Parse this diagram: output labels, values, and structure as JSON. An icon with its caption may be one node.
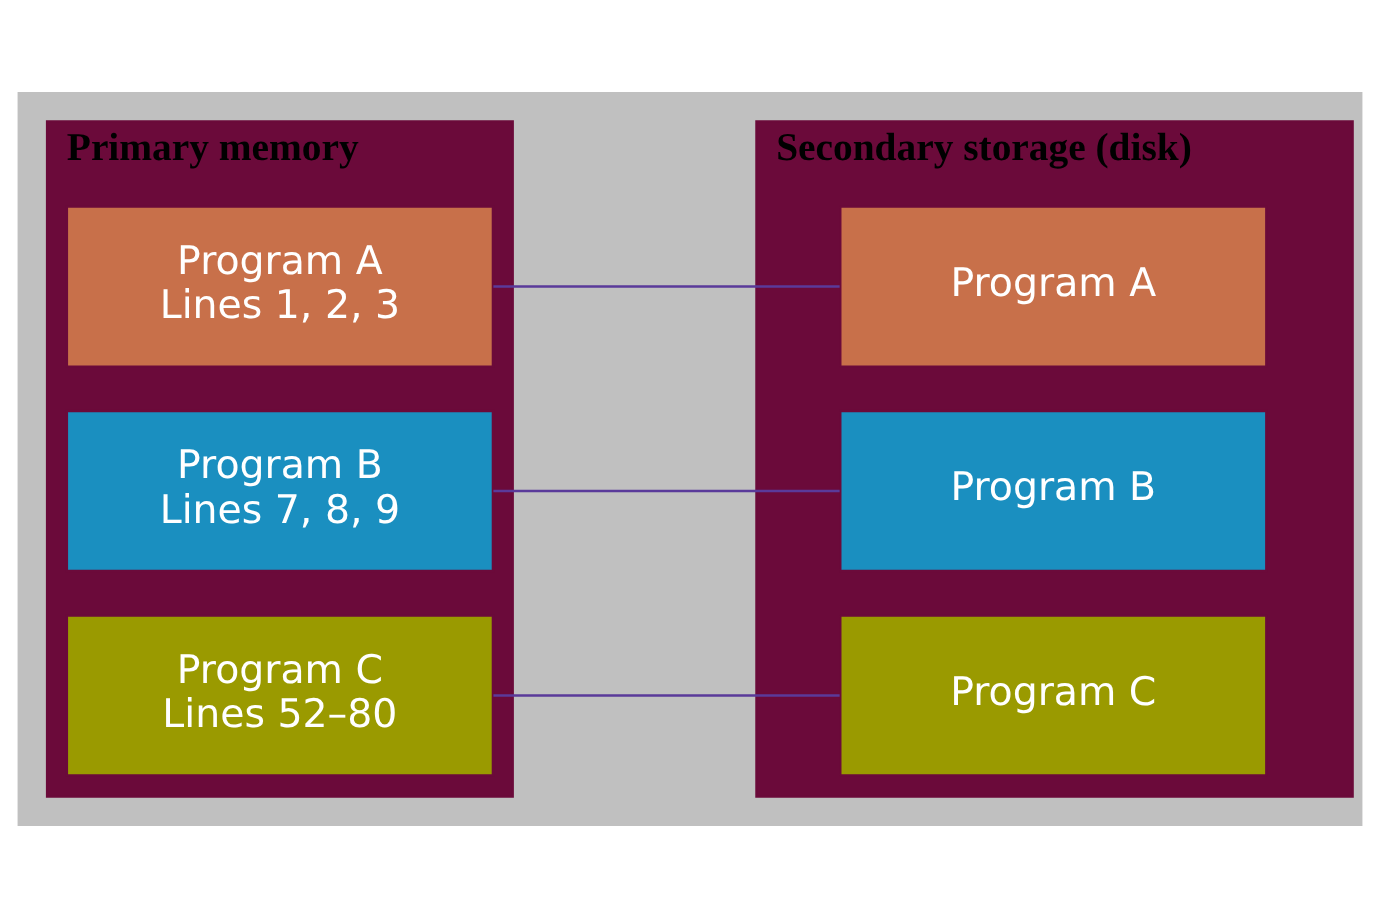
{
  "diagram": {
    "nodes": [
      {
        "text": [
          "Primary memory"
        ]
      },
      {
        "text": [
          "Program A",
          "Lines 1, 2, 3"
        ],
        "in": 0
      },
      {
        "text": [
          "Program B",
          "Lines 7, 8, 9"
        ],
        "in": 0
      },
      {
        "text": [
          "Program C",
          "Lines 52–80"
        ],
        "in": 0
      },
      {
        "text": [
          "Secondary storage (disk)"
        ]
      },
      {
        "text": [
          "Program A"
        ],
        "in": 4
      },
      {
        "text": [
          "Program B"
        ],
        "in": 4
      },
      {
        "text": [
          "Program C"
        ],
        "in": 4
      }
    ],
    "edges": [
      {
        "from": 1,
        "to": 5,
        "arrow": "none"
      },
      {
        "from": 2,
        "to": 6,
        "arrow": "none"
      },
      {
        "from": 3,
        "to": 7,
        "arrow": "none"
      }
    ]
  }
}
